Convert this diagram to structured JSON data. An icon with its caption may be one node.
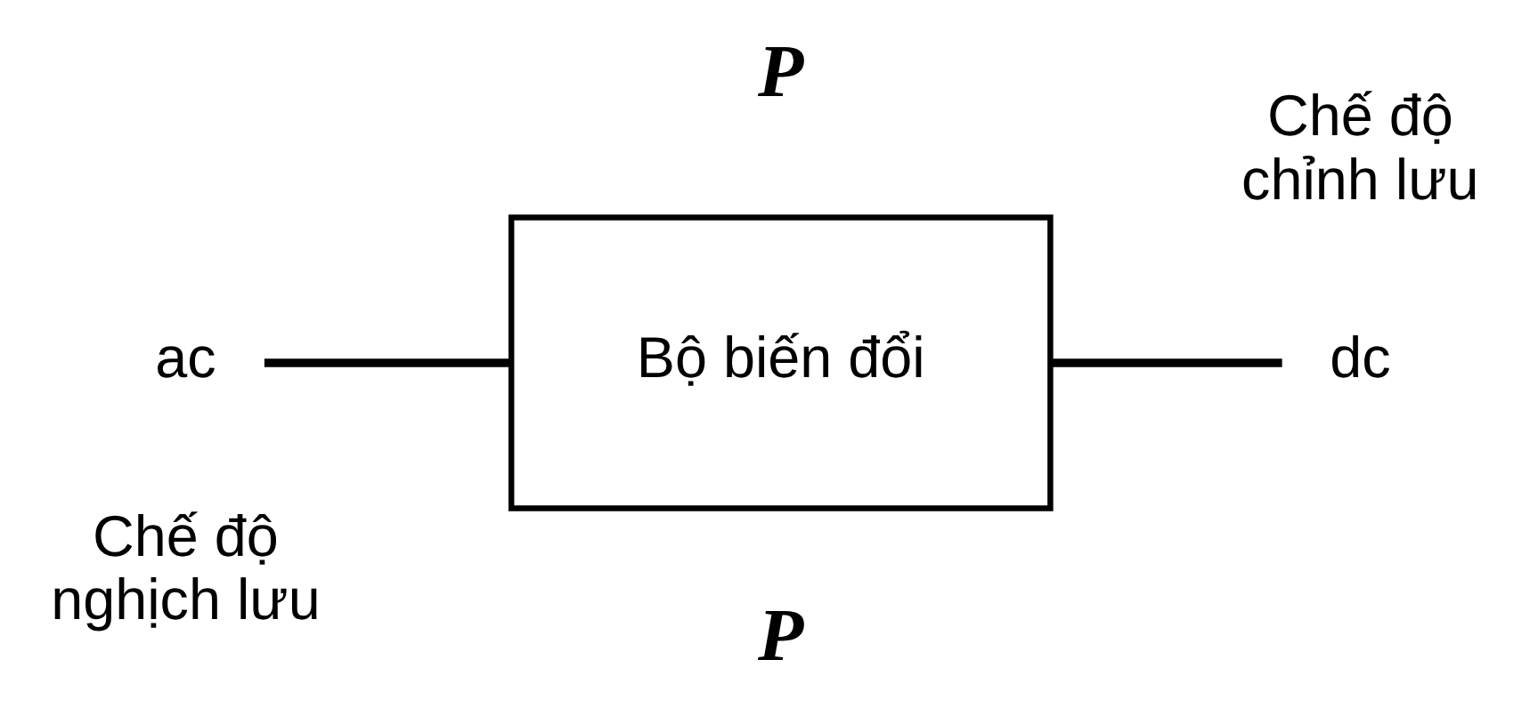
{
  "diagram": {
    "nodes": [
      {
        "text": [
          "ac"
        ]
      },
      {
        "text": [
          "Bộ biến đổi"
        ]
      },
      {
        "text": [
          "dc"
        ]
      }
    ],
    "edges": [
      {
        "from": 0,
        "to": 1,
        "arrow": "none"
      },
      {
        "from": 1,
        "to": 2,
        "arrow": "none"
      }
    ],
    "labels": [
      "P",
      "Chế độ chỉnh lưu",
      "Chế độ nghịch lưu",
      "P"
    ]
  }
}
